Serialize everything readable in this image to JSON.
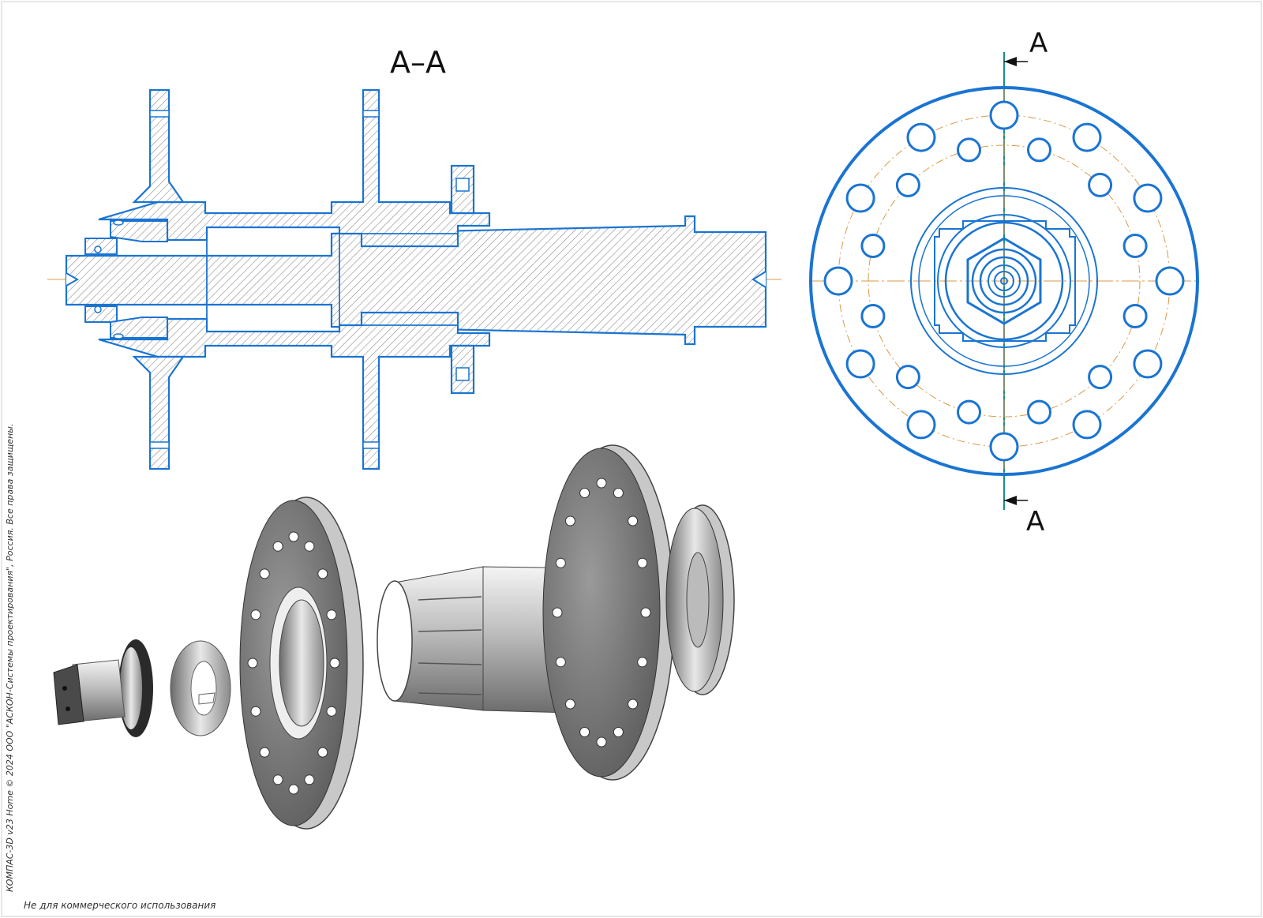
{
  "section_title": "A–A",
  "cut_label_top": "A",
  "cut_label_bottom": "A",
  "copyright_note": "КОМПАС-3D v23 Home © 2024 ООО \"АСКОН-Системы проектирования\", Россия. Все права защищены.",
  "footer_note": "Не для коммерческого использования",
  "colors": {
    "line_blue": "#1a74d2",
    "hatch_gray": "#8c8c8c",
    "center_orange": "#d99a4a",
    "cut_teal": "#1a8a8a"
  }
}
